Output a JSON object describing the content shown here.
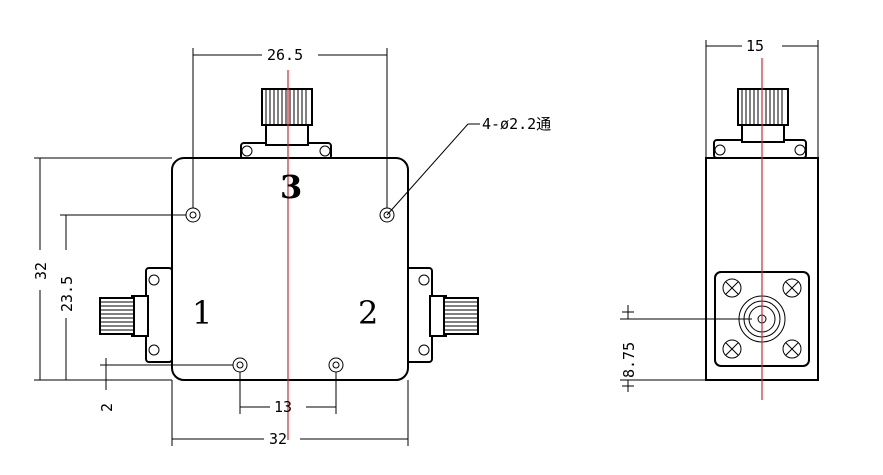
{
  "front_view": {
    "dims": {
      "hole_spacing_top": "26.5",
      "body_height": "32",
      "hole_height": "23.5",
      "bottom_offset": "2",
      "hole_spacing_bottom": "13",
      "body_width": "32"
    },
    "ports": {
      "port1": "1",
      "port2": "2",
      "port3": "3"
    },
    "hole_note": "4-ø2.2通"
  },
  "side_view": {
    "dims": {
      "depth": "15",
      "connector_height": "8.75"
    }
  },
  "colors": {
    "centerline": "#e8202a",
    "lines": "#000000"
  }
}
